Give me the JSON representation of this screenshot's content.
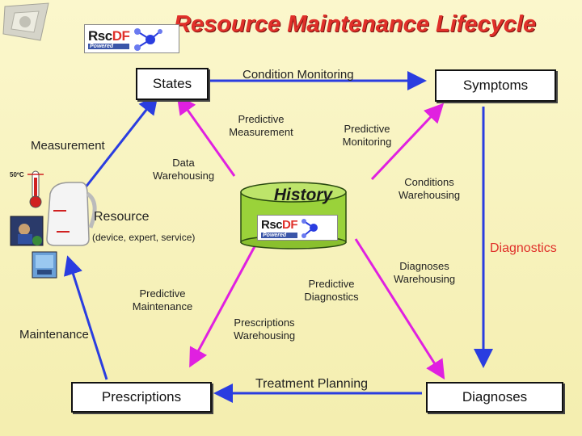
{
  "title": "Resource Maintenance Lifecycle",
  "logo": {
    "text_a": "Rsc",
    "text_b": "DF",
    "sub": "Powered"
  },
  "colors": {
    "title": "#e0302a",
    "blue_arrow": "#2a3de0",
    "magenta_arrow": "#e020e0",
    "history": "#9ad23a"
  },
  "nodes": {
    "states": "States",
    "symptoms": "Symptoms",
    "prescriptions": "Prescriptions",
    "diagnoses": "Diagnoses",
    "history": "History"
  },
  "labels": {
    "condition_monitoring": "Condition Monitoring",
    "predictive_measurement": "Predictive Measurement",
    "predictive_monitoring": "Predictive Monitoring",
    "measurement": "Measurement",
    "data_warehousing": "Data Warehousing",
    "conditions_warehousing": "Conditions Warehousing",
    "resource": "Resource",
    "resource_sub": "(device, expert, service)",
    "diagnostics": "Diagnostics",
    "diagnoses_warehousing": "Diagnoses Warehousing",
    "predictive_maintenance": "Predictive Maintenance",
    "predictive_diagnostics": "Predictive Diagnostics",
    "prescriptions_warehousing": "Prescriptions Warehousing",
    "maintenance": "Maintenance",
    "treatment_planning": "Treatment Planning",
    "temperature": "50ºC"
  }
}
